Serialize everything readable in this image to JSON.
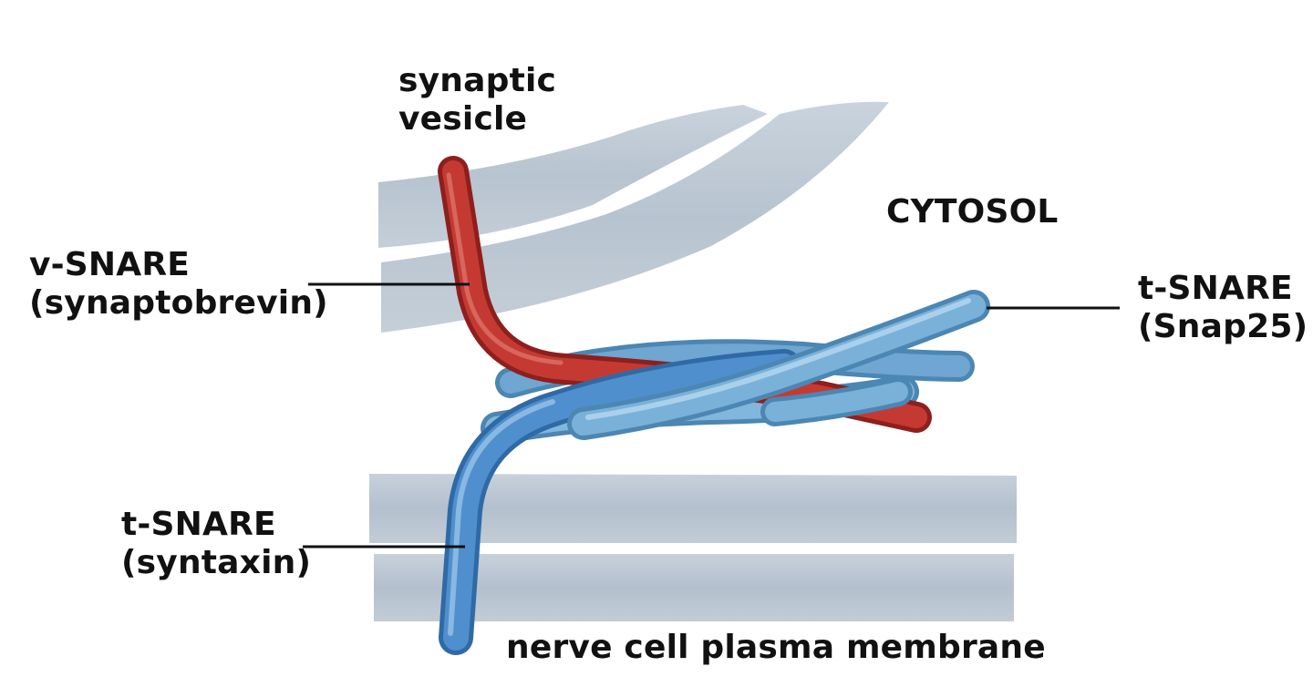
{
  "labels": {
    "vesicle": {
      "line1": "synaptic",
      "line2": "vesicle"
    },
    "cytosol": "CYTOSOL",
    "v_snare": {
      "line1": "v-SNARE",
      "line2": "(synaptobrevin)"
    },
    "t_snare_snap25": {
      "line1": "t-SNARE",
      "line2": "(Snap25)"
    },
    "t_snare_syntaxin": {
      "line1": "t-SNARE",
      "line2": "(syntaxin)"
    },
    "plasma_membrane": "nerve cell plasma membrane"
  },
  "colors": {
    "background": "#ffffff",
    "membrane": "#b9c5d1",
    "membrane_dark": "#a3b1bf",
    "v_snare": "#c43a32",
    "v_snare_dark": "#8e1f1c",
    "syntaxin": "#4f8fcd",
    "syntaxin_dark": "#2f6aa6",
    "snap25": "#79b1d9",
    "snap25_dark": "#4c86b3",
    "leader_line": "#111111",
    "text": "#111111"
  }
}
